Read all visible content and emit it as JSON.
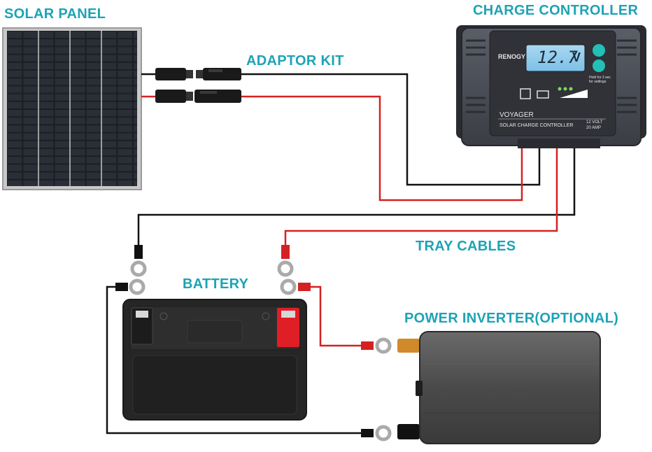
{
  "labels": {
    "solar_panel": "SOLAR PANEL",
    "adaptor_kit": "ADAPTOR KIT",
    "charge_controller": "CHARGE CONTROLLER",
    "tray_cables": "TRAY CABLES",
    "battery": "BATTERY",
    "power_inverter": "POWER INVERTER(OPTIONAL)"
  },
  "controller": {
    "brand": "RENOGY",
    "display_value": "12.7",
    "display_unit": "V",
    "model": "VOYAGER",
    "subtitle": "SOLAR CHARGE CONTROLLER",
    "rating_volt": "12 VOLT",
    "rating_amp": "20 AMP",
    "hint": "Hold for 3 sec for settings"
  },
  "colors": {
    "label": "#1ea3b5",
    "positive_wire": "#d42222",
    "negative_wire": "#111111",
    "controller_body": "#4a4d55",
    "battery_body": "#262626",
    "inverter_body": "#4c4c4c"
  }
}
